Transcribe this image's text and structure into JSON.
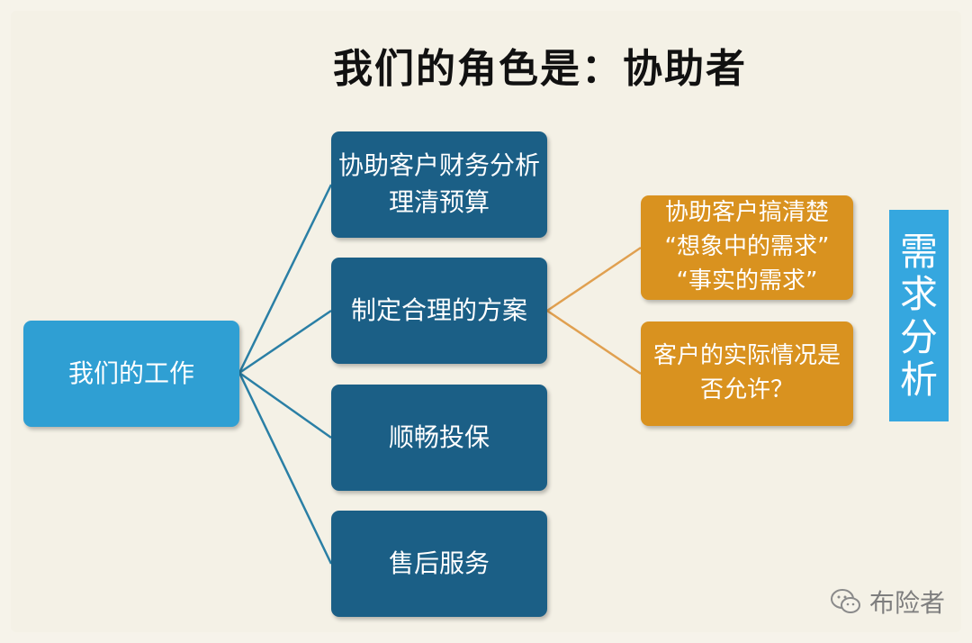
{
  "title": "我们的角色是：协助者",
  "root": {
    "label": "我们的工作"
  },
  "steps": [
    {
      "label": "协助客户财务分析\n理清预算"
    },
    {
      "label": "制定合理的方案"
    },
    {
      "label": "顺畅投保"
    },
    {
      "label": "售后服务"
    }
  ],
  "details": [
    {
      "label": "协助客户搞清楚\n“想象中的需求”\n“事实的需求”"
    },
    {
      "label": "客户的实际情况是\n否允许？"
    }
  ],
  "side_label": [
    "需",
    "求",
    "分",
    "析"
  ],
  "watermark": {
    "text": "布险者",
    "icon": "wechat-icon"
  },
  "colors": {
    "root": "#2f9fd3",
    "step": "#1b5f86",
    "detail": "#d9921f",
    "side": "#35a7df",
    "link_blue": "#2a7fa5",
    "link_orange": "#e0a050"
  }
}
